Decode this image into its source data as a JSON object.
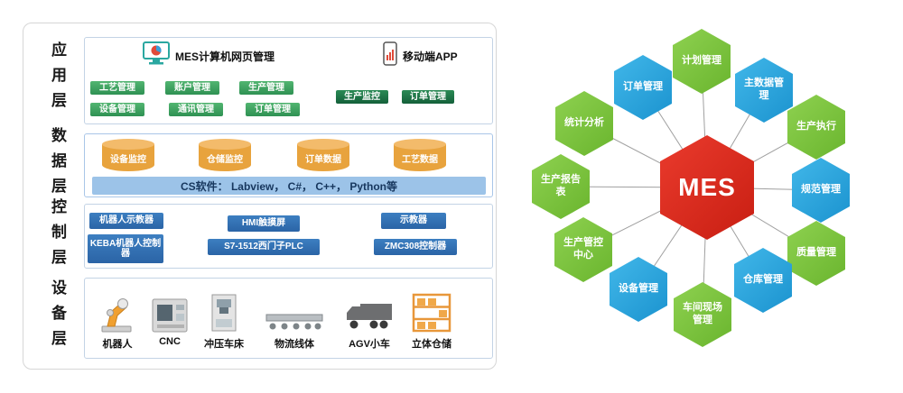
{
  "left": {
    "layer_labels": [
      "应用层",
      "数据层",
      "控制层",
      "设备层"
    ],
    "app": {
      "web_title": "MES计算机网页管理",
      "mobile_title": "移动端APP",
      "green_buttons": [
        "工艺管理",
        "账户管理",
        "生产管理",
        "设备管理",
        "通讯管理",
        "订单管理"
      ],
      "dark_buttons": [
        "生产监控",
        "订单管理"
      ]
    },
    "data": {
      "cylinders": [
        "设备监控",
        "仓储监控",
        "订单数据",
        "工艺数据"
      ],
      "cs_bar": "CS软件： Labview， C#， C++， Python等"
    },
    "control": {
      "buttons": [
        "机器人示教器",
        "HMI触摸屏",
        "示教器",
        "KEBA机器人控制器",
        "S7-1512西门子PLC",
        "ZMC308控制器"
      ]
    },
    "device": {
      "items": [
        "机器人",
        "CNC",
        "冲压车床",
        "物流线体",
        "AGV小车",
        "立体仓储"
      ]
    }
  },
  "right": {
    "center_label": "MES",
    "hexagons": [
      {
        "label": "计划管理",
        "color": "green"
      },
      {
        "label": "主数据管理",
        "color": "blue"
      },
      {
        "label": "生产执行",
        "color": "green"
      },
      {
        "label": "规范管理",
        "color": "blue"
      },
      {
        "label": "质量管理",
        "color": "green"
      },
      {
        "label": "仓库管理",
        "color": "blue"
      },
      {
        "label": "车间现场管理",
        "color": "green"
      },
      {
        "label": "设备管理",
        "color": "blue"
      },
      {
        "label": "生产管控中心",
        "color": "green"
      },
      {
        "label": "生产报告表",
        "color": "green"
      },
      {
        "label": "统计分析",
        "color": "green"
      },
      {
        "label": "订单管理",
        "color": "blue"
      }
    ]
  },
  "colors": {
    "green_button": "#3fa05c",
    "dark_green_button": "#17633c",
    "blue_button": "#2e6fb0",
    "cylinder_orange": "#e8a33d",
    "cs_bar_bg": "#9cc3e8",
    "hex_green": "#7cc142",
    "hex_blue": "#29a8e0",
    "hex_red": "#df251c"
  }
}
